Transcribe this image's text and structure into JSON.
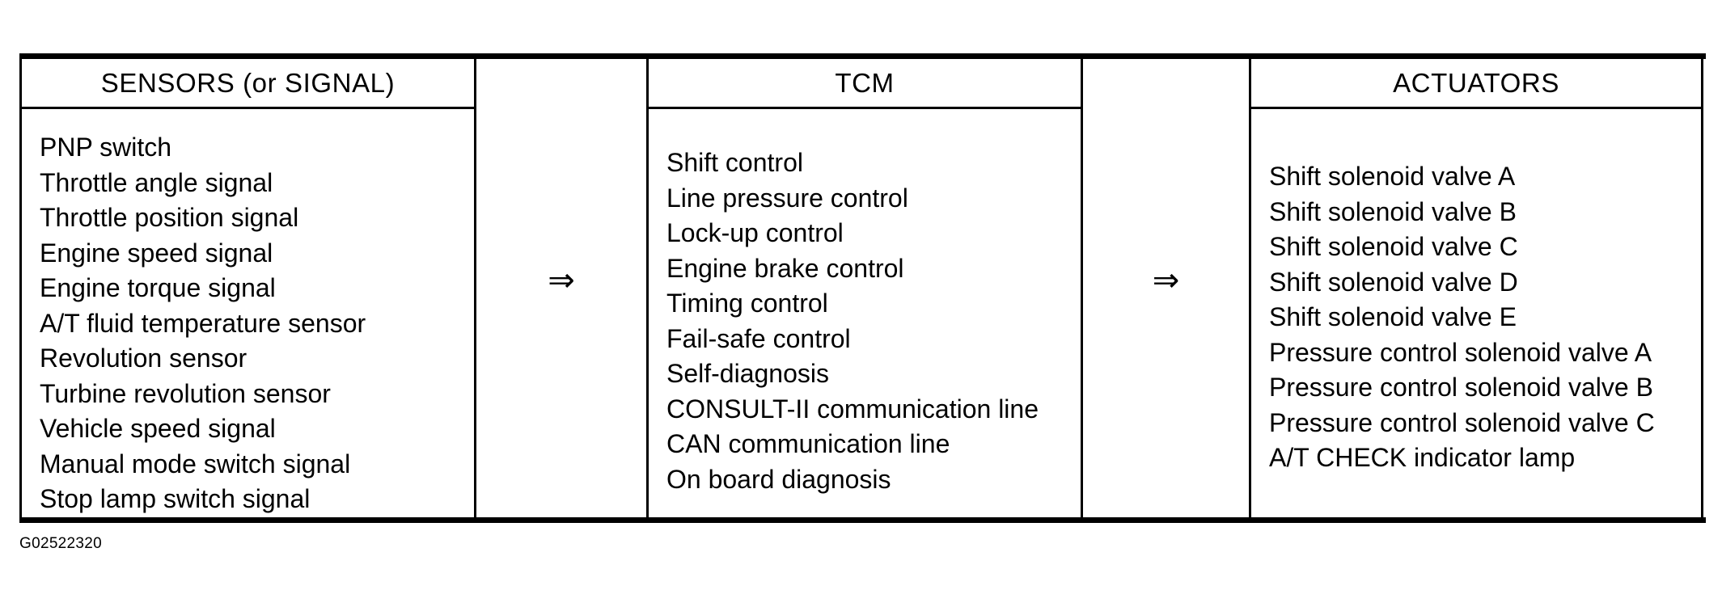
{
  "figure": {
    "caption_id": "G02522320",
    "flow_arrow_glyph": "⇒",
    "ink_color": "#000000",
    "background_color": "#ffffff"
  },
  "columns": {
    "sensors": {
      "header": "SENSORS (or SIGNAL)",
      "items": [
        "PNP switch",
        "Throttle angle signal",
        "Throttle position signal",
        "Engine speed signal",
        "Engine torque signal",
        "A/T fluid temperature sensor",
        "Revolution sensor",
        "Turbine revolution sensor",
        "Vehicle speed signal",
        "Manual mode switch signal",
        "Stop lamp switch signal"
      ]
    },
    "tcm": {
      "header": "TCM",
      "items": [
        "Shift control",
        "Line pressure control",
        "Lock-up control",
        "Engine brake control",
        "Timing control",
        "Fail-safe control",
        "Self-diagnosis",
        "CONSULT-II communication line",
        "CAN communication line",
        "On board diagnosis"
      ]
    },
    "actuators": {
      "header": "ACTUATORS",
      "items": [
        "Shift solenoid valve A",
        "Shift solenoid valve B",
        "Shift solenoid valve C",
        "Shift solenoid valve D",
        "Shift solenoid valve E",
        "Pressure control solenoid valve A",
        "Pressure control solenoid valve B",
        "Pressure control solenoid valve C",
        "A/T CHECK indicator lamp"
      ]
    }
  }
}
